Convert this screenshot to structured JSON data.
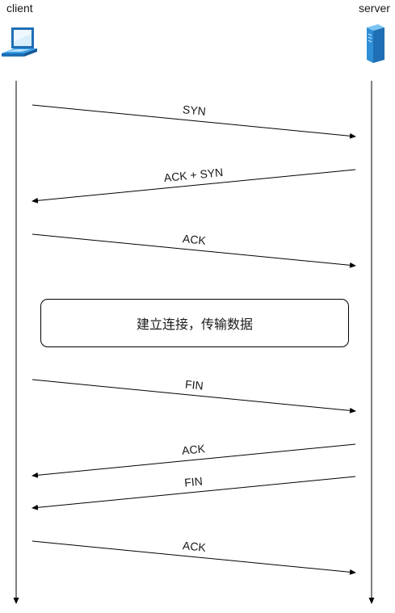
{
  "actors": {
    "client": "client",
    "server": "server"
  },
  "icons": {
    "client": "laptop-icon",
    "server": "server-tower-icon"
  },
  "messages": [
    {
      "label": "SYN",
      "from": "client",
      "to": "server"
    },
    {
      "label": "ACK + SYN",
      "from": "server",
      "to": "client"
    },
    {
      "label": "ACK",
      "from": "client",
      "to": "server"
    },
    {
      "label": "FIN",
      "from": "client",
      "to": "server"
    },
    {
      "label": "ACK",
      "from": "server",
      "to": "client"
    },
    {
      "label": "FIN",
      "from": "server",
      "to": "client"
    },
    {
      "label": "ACK",
      "from": "client",
      "to": "server"
    }
  ],
  "note": "建立连接，传输数据",
  "colors": {
    "line": "#000000",
    "icon_blue": "#2f8fd6"
  }
}
